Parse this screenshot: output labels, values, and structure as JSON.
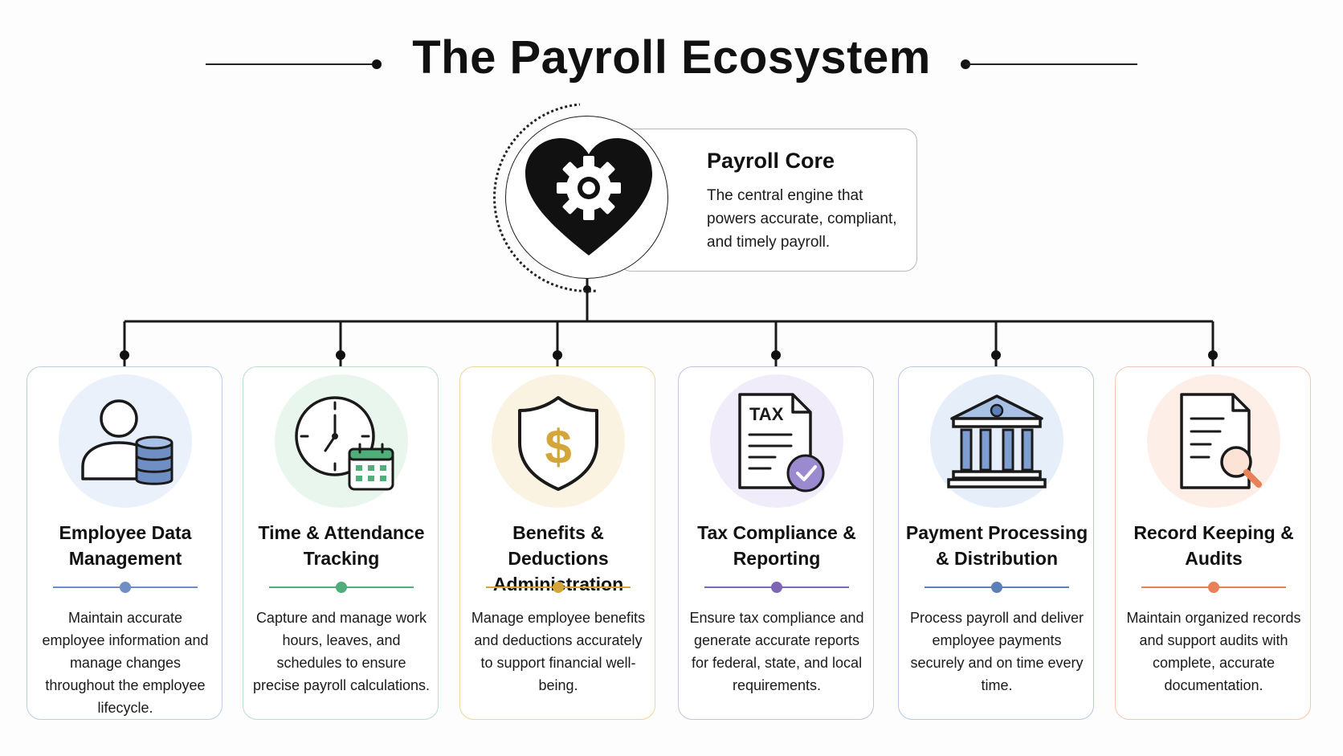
{
  "header": {
    "title": "The Payroll Ecosystem"
  },
  "core": {
    "title": "Payroll Core",
    "description": "The central engine that powers accurate, compliant, and timely payroll.",
    "icon": "heart-gear-icon"
  },
  "cards": [
    {
      "title": "Employee Data Management",
      "description": "Maintain accurate employee information and manage changes throughout the employee lifecycle.",
      "icon": "user-database-icon",
      "accent": "#6f8fc4",
      "border": "#b9cde6",
      "icon_bg": "#eaf1fb"
    },
    {
      "title": "Time & Attendance Tracking",
      "description": "Capture and manage work hours, leaves, and schedules to ensure precise payroll calculations.",
      "icon": "clock-calendar-icon",
      "accent": "#4fae7a",
      "border": "#b8e0c9",
      "icon_bg": "#e9f6ee"
    },
    {
      "title": "Benefits & Deductions Administration",
      "description": "Manage employee benefits and deductions accurately to support financial well-being.",
      "icon": "shield-dollar-icon",
      "accent": "#d4a63a",
      "border": "#ecd69a",
      "icon_bg": "#fbf3e2"
    },
    {
      "title": "Tax Compliance & Reporting",
      "description": "Ensure tax compliance and generate accurate reports for federal, state, and local requirements.",
      "icon": "tax-document-check-icon",
      "icon_text": "TAX",
      "accent": "#7d66b4",
      "border": "#c9c0e2",
      "icon_bg": "#f0ecf9"
    },
    {
      "title": "Payment Processing & Distribution",
      "description": "Process payroll and deliver employee payments securely and on time every time.",
      "icon": "bank-icon",
      "accent": "#5d7fb8",
      "border": "#b8c9e3",
      "icon_bg": "#e6eef9"
    },
    {
      "title": "Record Keeping & Audits",
      "description": "Maintain organized records and support audits with complete, accurate documentation.",
      "icon": "document-search-icon",
      "accent": "#e8805a",
      "border": "#f3c6b3",
      "icon_bg": "#fdeee7"
    }
  ]
}
